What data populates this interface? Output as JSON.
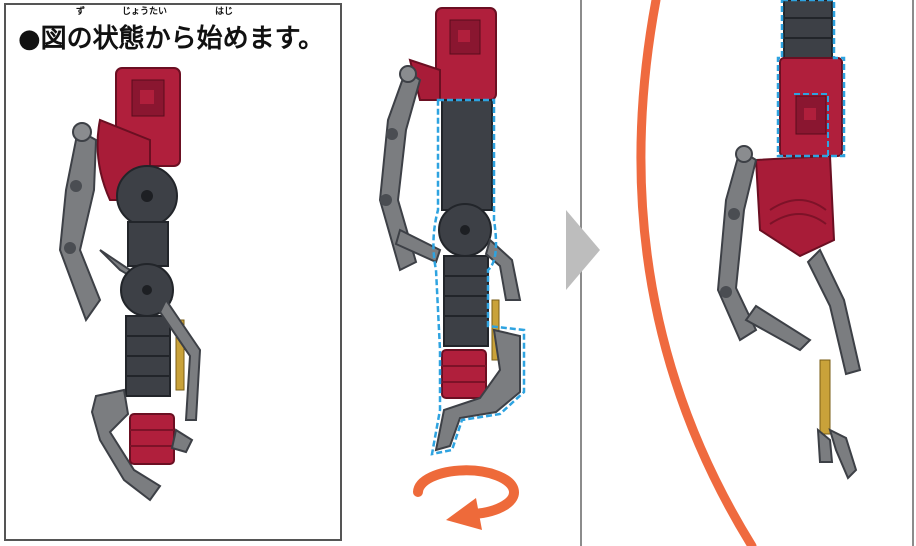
{
  "step1": {
    "heading": "●図の状態から始めます。",
    "ruby": {
      "zu": "ず",
      "joutai": "じょうたい",
      "haji": "はじ"
    }
  },
  "colors": {
    "red": "#b01f3c",
    "red_dark": "#7d1228",
    "gray": "#7b7d80",
    "gray_dark": "#3d4046",
    "gold": "#c9a23a",
    "highlight": "#2ea3e0",
    "rotate_arrow": "#ee6a3a",
    "arc": "#ef6a3f",
    "next_arrow": "#bdbdbd"
  },
  "icons": {
    "rotate": "rotate-arrow-icon",
    "next": "next-step-chevron-icon",
    "curve": "motion-arc-icon"
  }
}
